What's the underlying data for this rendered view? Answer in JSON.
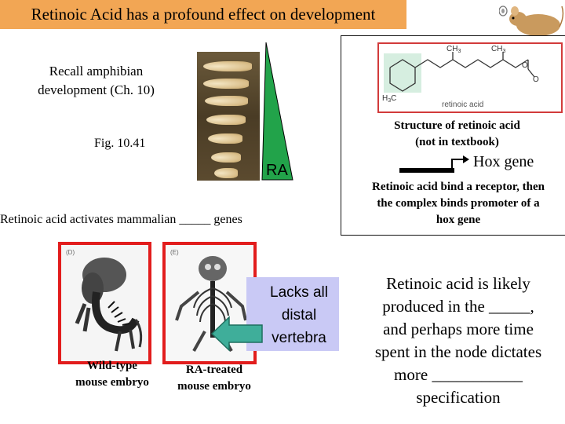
{
  "title": "Retinoic Acid has a profound effect on development",
  "recall": {
    "line1": "Recall amphibian",
    "line2": "development (Ch. 10)"
  },
  "fig_label": "Fig. 10.41",
  "ra_label": "RA",
  "activates_text": "Retinoic acid activates mammalian _____ genes",
  "structure": {
    "ch3_a": "CH",
    "ch3_a_sub": "3",
    "ch3_b": "CH",
    "ch3_b_sub": "3",
    "o": "O",
    "o_minus": "O",
    "h3c": "H",
    "h3c_sub": "3",
    "h3c_c": "C",
    "caption_small": "retinoic acid",
    "caption_line1": "Structure of retinoic acid",
    "caption_line2": "(not in textbook)"
  },
  "hox_gene": "Hox gene",
  "bind_text": "Retinoic acid bind a receptor, then the complex binds promoter  of a hox gene",
  "wild_type": {
    "line1": "Wild-type",
    "line2": "mouse embryo"
  },
  "ra_treated": {
    "line1": "RA-treated",
    "line2": "mouse embryo"
  },
  "panel_letters": {
    "a": "(D)",
    "b": "(E)"
  },
  "lacks": {
    "line1": "Lacks all",
    "line2": "distal",
    "line3": "vertebra"
  },
  "likely": {
    "line1": "Retinoic acid is likely",
    "line2": "produced in the _____,",
    "line3": "and perhaps more time",
    "line4": "spent in the node dictates",
    "line5": "more ___________",
    "line6": "specification"
  },
  "colors": {
    "title_bg": "#f2a654",
    "triangle": "#22a34a",
    "frame_red": "#e21d1d",
    "lacks_bg": "#c9c9f5",
    "arrow": "#3fae9a"
  }
}
